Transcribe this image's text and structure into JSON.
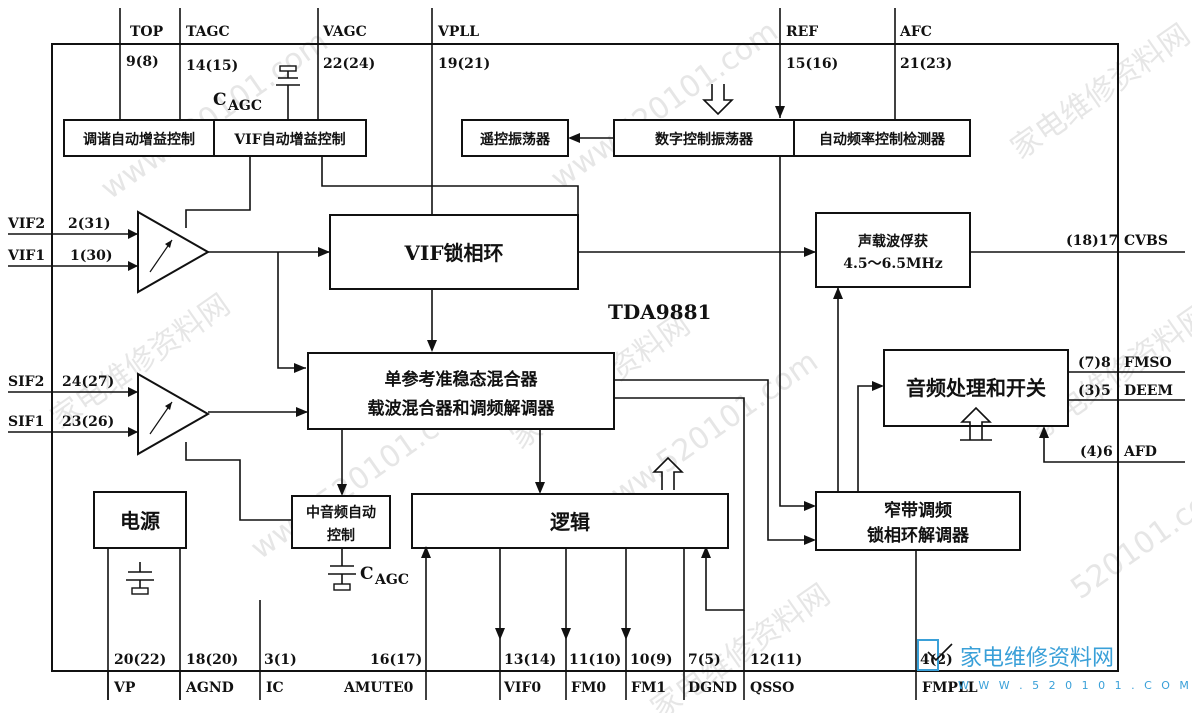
{
  "chip": {
    "name": "TDA9881"
  },
  "pins_top": [
    {
      "id": "top",
      "name": "TOP",
      "num": "9(8)"
    },
    {
      "id": "tagc",
      "name": "TAGC",
      "num": "14(15)"
    },
    {
      "id": "vagc",
      "name": "VAGC",
      "num": "22(24)"
    },
    {
      "id": "vpll",
      "name": "VPLL",
      "num": "19(21)"
    },
    {
      "id": "ref",
      "name": "REF",
      "num": "15(16)"
    },
    {
      "id": "afc",
      "name": "AFC",
      "num": "21(23)"
    }
  ],
  "pins_left": [
    {
      "id": "vif2",
      "name": "VIF2",
      "num": "2(31)"
    },
    {
      "id": "vif1",
      "name": "VIF1",
      "num": "1(30)"
    },
    {
      "id": "sif2",
      "name": "SIF2",
      "num": "24(27)"
    },
    {
      "id": "sif1",
      "name": "SIF1",
      "num": "23(26)"
    }
  ],
  "pins_right": [
    {
      "id": "cvbs",
      "name": "CVBS",
      "num": "(18)17"
    },
    {
      "id": "fmso",
      "name": "FMSO",
      "num": "(7)8"
    },
    {
      "id": "deem",
      "name": "DEEM",
      "num": "(3)5"
    },
    {
      "id": "afd",
      "name": "AFD",
      "num": "(4)6"
    }
  ],
  "pins_bottom": [
    {
      "id": "vp",
      "name": "VP",
      "num": "20(22)"
    },
    {
      "id": "agnd",
      "name": "AGND",
      "num": "18(20)"
    },
    {
      "id": "ic",
      "name": "IC",
      "num": "3(1)"
    },
    {
      "id": "amute0",
      "name": "AMUTE0",
      "num": "16(17)"
    },
    {
      "id": "vif0",
      "name": "VIF0",
      "num": "13(14)"
    },
    {
      "id": "fm0",
      "name": "FM0",
      "num": "11(10)"
    },
    {
      "id": "fm1",
      "name": "FM1",
      "num": "10(9)"
    },
    {
      "id": "dgnd",
      "name": "DGND",
      "num": "7(5)"
    },
    {
      "id": "qsso",
      "name": "QSSO",
      "num": "12(11)"
    },
    {
      "id": "fmpll",
      "name": "FMPLL",
      "num": "4(2)"
    }
  ],
  "blocks": {
    "tuner_agc": "调谐自动增益控制",
    "vif_agc": "VIF自动增益控制",
    "remote_osc": "遥控振荡器",
    "digital_osc": "数字控制振荡器",
    "afc_detector": "自动频率控制检测器",
    "vif_pll": "VIF锁相环",
    "sound_carrier_line1": "声载波俘获",
    "sound_carrier_line2": "4.5～6.5MHz",
    "mixer_line1": "单参考准稳态混合器",
    "mixer_line2": "载波混合器和调频解调器",
    "audio_proc": "音频处理和开关",
    "power": "电源",
    "if_agc_line1": "中音频自动",
    "if_agc_line2": "控制",
    "logic": "逻辑",
    "fm_pll_line1": "窄带调频",
    "fm_pll_line2": "锁相环解调器"
  },
  "cap_labels": {
    "c": "C",
    "sub": "AGC"
  },
  "watermark": {
    "brand": "家电维修资料网",
    "site": "www.520101.com",
    "site_short": "520101.com"
  },
  "logo": {
    "text": "家电维修资料网",
    "url": "W W W . 5 2 0 1 0 1 . C O M"
  }
}
